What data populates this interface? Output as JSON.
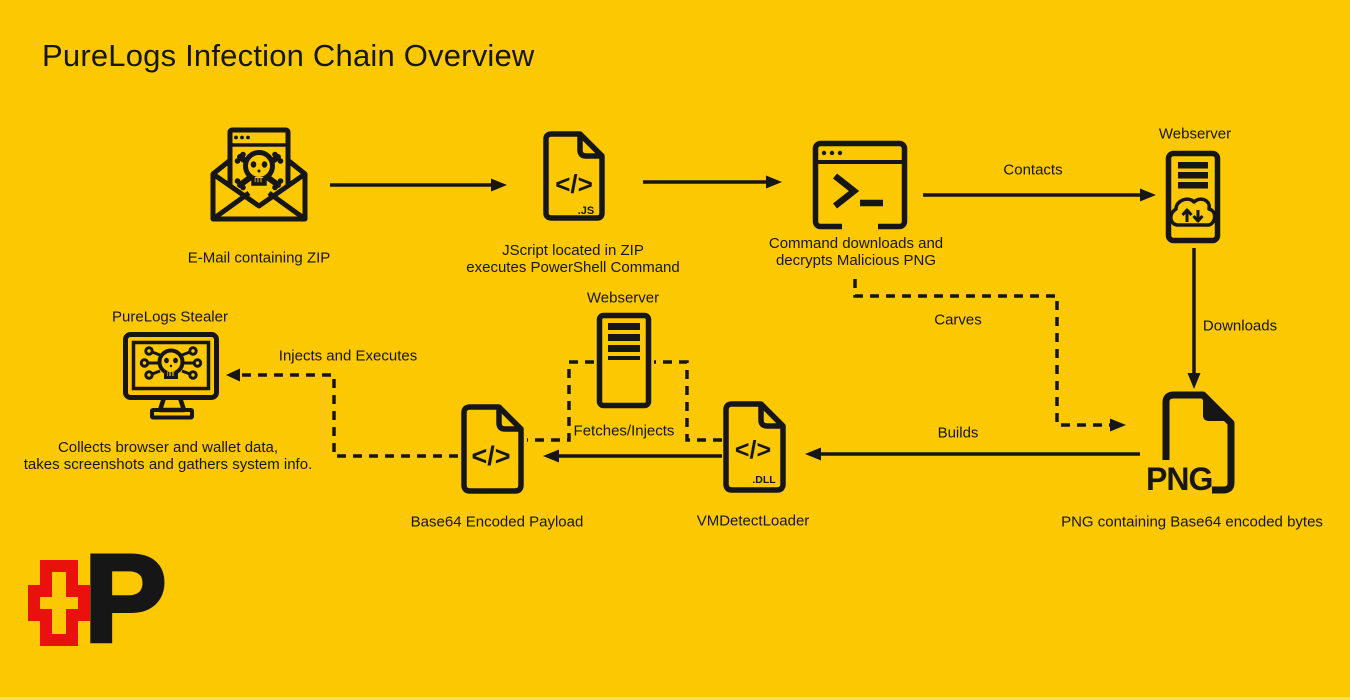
{
  "title": "PureLogs Infection Chain Overview",
  "nodes": {
    "email": {
      "label": "E-Mail containing ZIP"
    },
    "jscript": {
      "code": "</>",
      "ext": ".JS",
      "label1": "JScript located in ZIP",
      "label2": "executes PowerShell Command"
    },
    "terminal": {
      "label1": "Command downloads and",
      "label2": "decrypts Malicious PNG"
    },
    "webserver_top": {
      "label": "Webserver"
    },
    "png_file": {
      "file_text": "PNG",
      "label": "PNG containing Base64 encoded bytes"
    },
    "vmdetect": {
      "code": "</>",
      "ext": ".DLL",
      "label": "VMDetectLoader"
    },
    "webserver_mid": {
      "label": "Webserver"
    },
    "base64": {
      "code": "</>",
      "label": "Base64 Encoded Payload"
    },
    "stealer": {
      "label": "PureLogs Stealer",
      "desc1": "Collects browser and wallet data,",
      "desc2": "takes screenshots and gathers system info."
    }
  },
  "edges": {
    "contacts": "Contacts",
    "downloads": "Downloads",
    "carves": "Carves",
    "builds": "Builds",
    "fetches_injects": "Fetches/Injects",
    "injects_executes": "Injects and Executes"
  },
  "icons": {
    "email": "envelope-skull-icon",
    "jscript": "js-file-icon",
    "terminal": "terminal-window-icon",
    "webserver": "server-icon",
    "png_file": "png-file-icon",
    "vmdetect": "dll-file-icon",
    "base64": "code-file-icon",
    "stealer": "monitor-skull-icon",
    "logo": "swiss-post-logo"
  },
  "logo": {
    "letter": "P"
  },
  "colors": {
    "background": "#FCC802",
    "ink": "#161616",
    "logo_red": "#E8110C"
  }
}
